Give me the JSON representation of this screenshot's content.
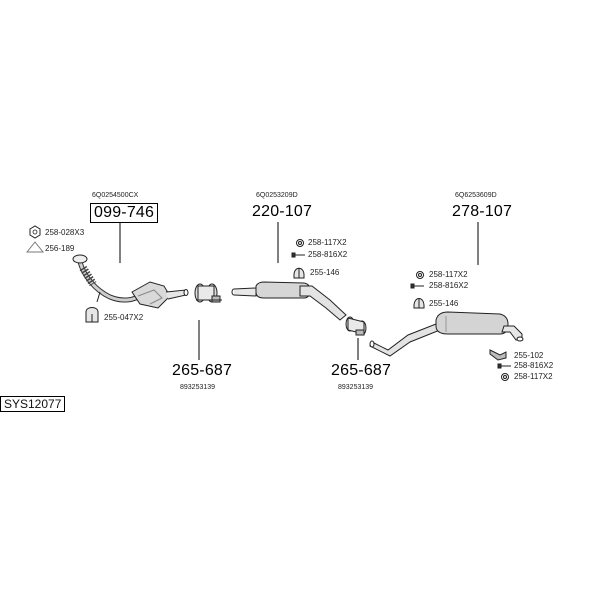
{
  "system": {
    "code": "SYS12077"
  },
  "parts": {
    "catalytic": {
      "oem": "6Q0254500CX",
      "part": "099-746"
    },
    "middle_silencer": {
      "oem": "6Q0253209D",
      "part": "220-107"
    },
    "rear_silencer": {
      "oem": "6Q6253609D",
      "part": "278-107"
    },
    "clamp_a": {
      "part": "265-687",
      "oem": "893253139"
    },
    "clamp_b": {
      "part": "265-687",
      "oem": "893253139"
    }
  },
  "fittings": {
    "nut": "258-028X3",
    "gasket": "256-189",
    "cat_hanger": "255-047X2",
    "mid_ring": "258-117X2",
    "mid_bolt": "258-816X2",
    "mid_hanger": "255-146",
    "rear_ring": "258-117X2",
    "rear_bolt": "258-816X2",
    "rear_hanger": "255-146",
    "tail_bracket": "255-102",
    "tail_bolt": "258-816X2",
    "tail_ring": "258-117X2"
  }
}
